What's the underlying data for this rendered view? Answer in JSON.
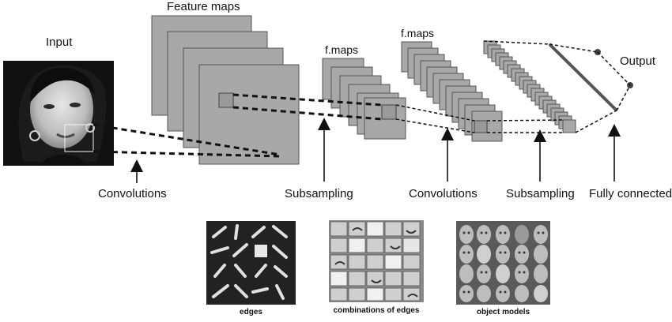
{
  "labels": {
    "input": "Input",
    "feature_maps": "Feature maps",
    "fmaps_1": "f.maps",
    "fmaps_2": "f.maps",
    "output": "Output",
    "convolutions_1": "Convolutions",
    "subsampling_1": "Subsampling",
    "convolutions_2": "Convolutions",
    "subsampling_2": "Subsampling",
    "fully_connected": "Fully connected"
  },
  "feature_examples": [
    {
      "caption": "edges"
    },
    {
      "caption": "combinations of edges"
    },
    {
      "caption": "object models"
    }
  ],
  "colors": {
    "map_fill": "#a8a8a8",
    "map_stroke": "#555555",
    "line": "#111111",
    "fc_bar": "#555555"
  }
}
